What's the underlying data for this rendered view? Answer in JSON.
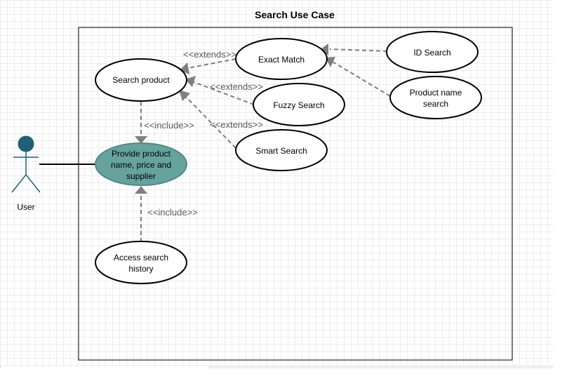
{
  "diagram": {
    "title": "Search Use Case",
    "actor": {
      "label": "User"
    },
    "use_cases": {
      "search_product": "Search product",
      "exact_match": "Exact Match",
      "id_search": "ID Search",
      "product_name_search": [
        "Product name",
        "search"
      ],
      "fuzzy_search": "Fuzzy Search",
      "smart_search": "Smart Search",
      "provide_details": [
        "Provide product",
        "name, price and",
        "supplier"
      ],
      "access_history": [
        "Access search",
        "history"
      ]
    },
    "relations": {
      "extends_exact": "<<extends>>",
      "extends_fuzzy": "<<extends>>",
      "extends_smart": "<<extends>>",
      "include_provide": "<<include>>",
      "include_history": "<<include>>"
    },
    "colors": {
      "highlight_fill": "#66a39e",
      "actor": "#1f5f7a",
      "connector": "#7f7f7f"
    }
  }
}
